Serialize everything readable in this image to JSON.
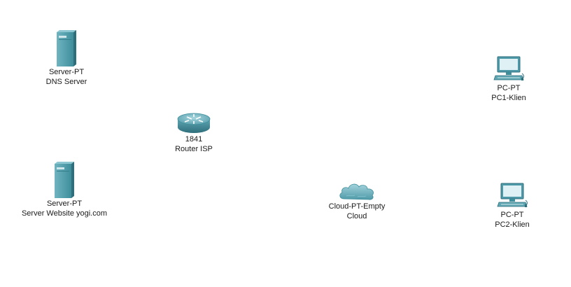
{
  "devices": {
    "dns_server": {
      "model": "Server-PT",
      "name": "DNS Server",
      "icon": "server-icon"
    },
    "router_isp": {
      "model": "1841",
      "name": "Router ISP",
      "icon": "router-icon"
    },
    "web_server": {
      "model": "Server-PT",
      "name": "Server Website yogi.com",
      "icon": "server-icon"
    },
    "cloud": {
      "model": "Cloud-PT-Empty",
      "name": "Cloud",
      "icon": "cloud-icon"
    },
    "pc1": {
      "model": "PC-PT",
      "name": "PC1-Klien",
      "icon": "pc-icon"
    },
    "pc2": {
      "model": "PC-PT",
      "name": "PC2-Klien",
      "icon": "pc-icon"
    }
  },
  "colors": {
    "device_teal": "#4f9aa8",
    "device_dark": "#2f6f7c",
    "label_text": "#1a1a1a",
    "background": "#ffffff"
  }
}
